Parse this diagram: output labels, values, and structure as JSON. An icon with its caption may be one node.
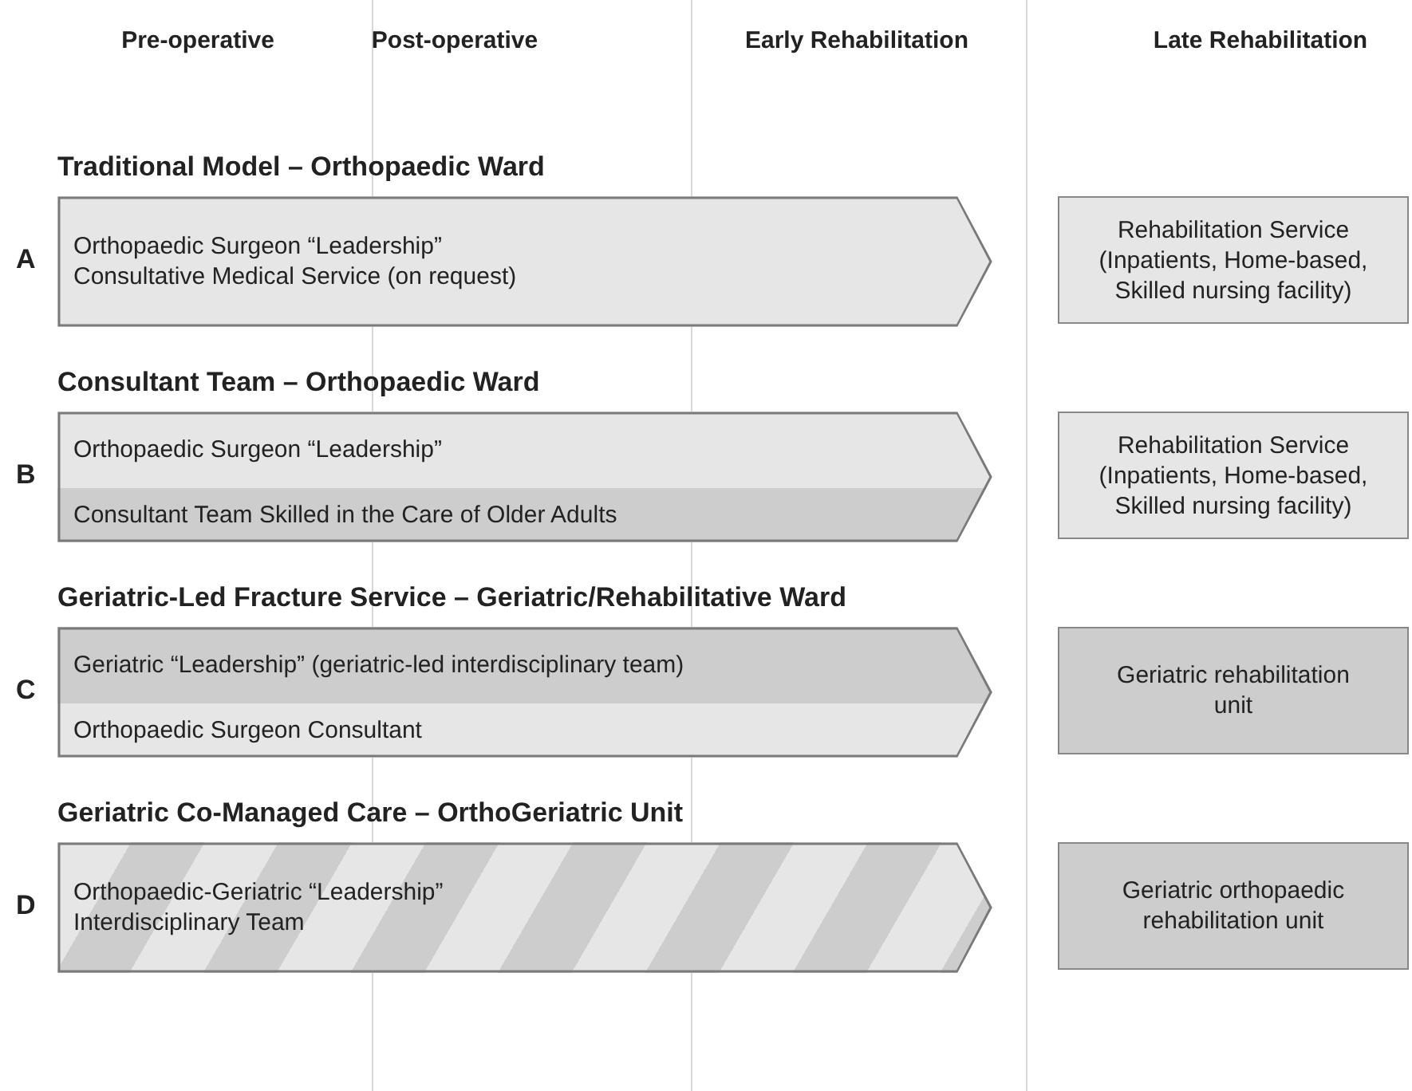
{
  "diagram": {
    "nodes": [
      {
        "text": [
          "Traditional Model – Orthopaedic Ward",
          "Orthopaedic Surgeon “Leadership” Consultative Medical Service (on request)"
        ],
        "beside": [
          "A"
        ]
      },
      {
        "text": [
          "Rehabilitation Service (Inpatients, Home-based, Skilled nursing facility)"
        ]
      },
      {
        "text": [
          "Consultant Team – Orthopaedic Ward"
        ],
        "beside": [
          "B"
        ]
      },
      {
        "text": [
          "Orthopaedic Surgeon “Leadership”"
        ],
        "in": 2
      },
      {
        "text": [
          "Consultant Team Skilled in the Care of Older Adults"
        ],
        "in": 2
      },
      {
        "text": [
          "Rehabilitation Service (Inpatients, Home-based, Skilled nursing facility)"
        ]
      },
      {
        "text": [
          "Geriatric-Led Fracture Service – Geriatric/Rehabilitative Ward"
        ],
        "beside": [
          "C"
        ]
      },
      {
        "text": [
          "Geriatric “Leadership” (geriatric-led interdisciplinary team)"
        ],
        "in": 6
      },
      {
        "text": [
          "Orthopaedic Surgeon Consultant"
        ],
        "in": 6
      },
      {
        "text": [
          "Geriatric rehabilitation unit"
        ]
      },
      {
        "text": [
          "Geriatric Co-Managed Care – OrthoGeriatric Unit",
          "Orthopaedic-Geriatric “Leadership” Interdisciplinary Team"
        ],
        "beside": [
          "D"
        ]
      },
      {
        "text": [
          "Geriatric orthopaedic rehabilitation unit"
        ]
      }
    ],
    "edges": [],
    "labels": [
      "Pre-operative",
      "Post-operative",
      "Early Rehabilitation",
      "Late Rehabilitation"
    ]
  }
}
